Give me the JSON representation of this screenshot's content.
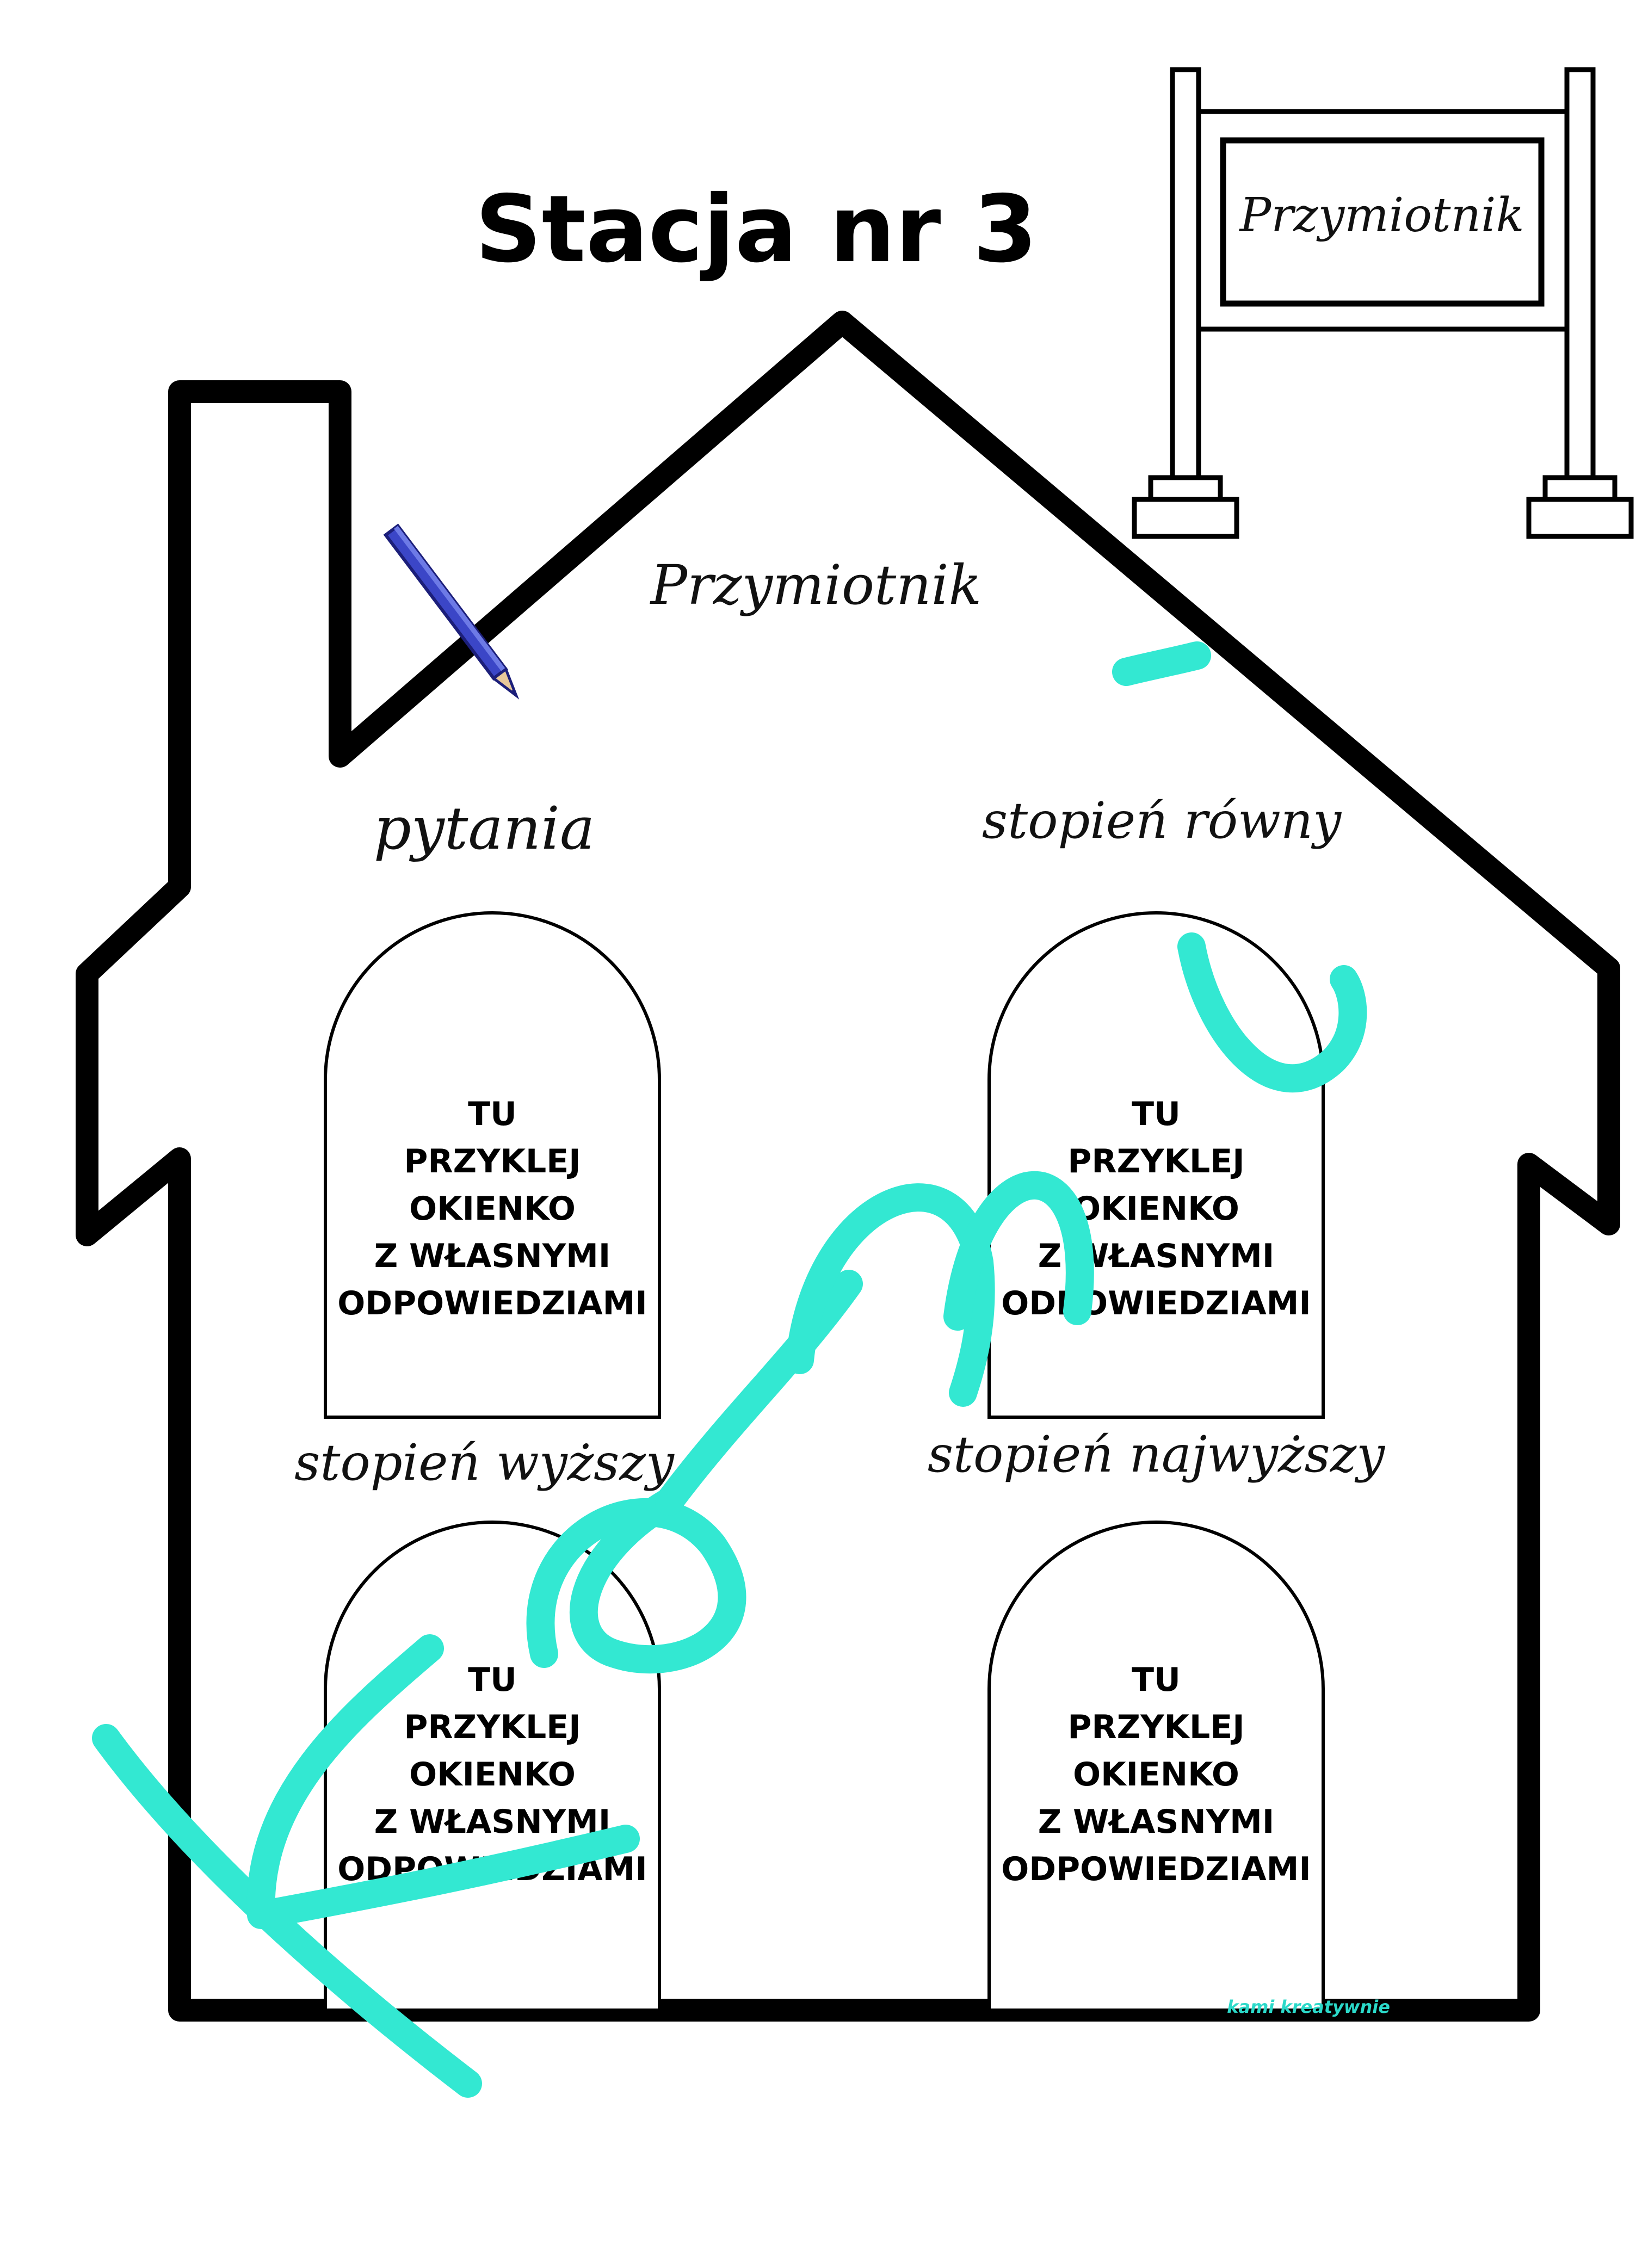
{
  "title": "Stacja nr 3",
  "sign": {
    "label": "Przymiotnik"
  },
  "roof_label": "Przymiotnik",
  "sections": [
    {
      "label": "pytania"
    },
    {
      "label": "stopień równy"
    },
    {
      "label": "stopień wyższy"
    },
    {
      "label": "stopień najwyższy"
    }
  ],
  "window_text": [
    "TU",
    "PRZYKLEJ",
    "OKIENKO",
    "Z WŁASNYMI",
    "ODPOWIEDZIAMI"
  ],
  "watermark": {
    "text": "kami",
    "color": "#33e8d2"
  },
  "credit": {
    "text": "kami kreatywnie",
    "color": "#2bd9c9"
  },
  "icons": {
    "pencil": "pencil-icon",
    "signpost": "signpost-icon"
  }
}
